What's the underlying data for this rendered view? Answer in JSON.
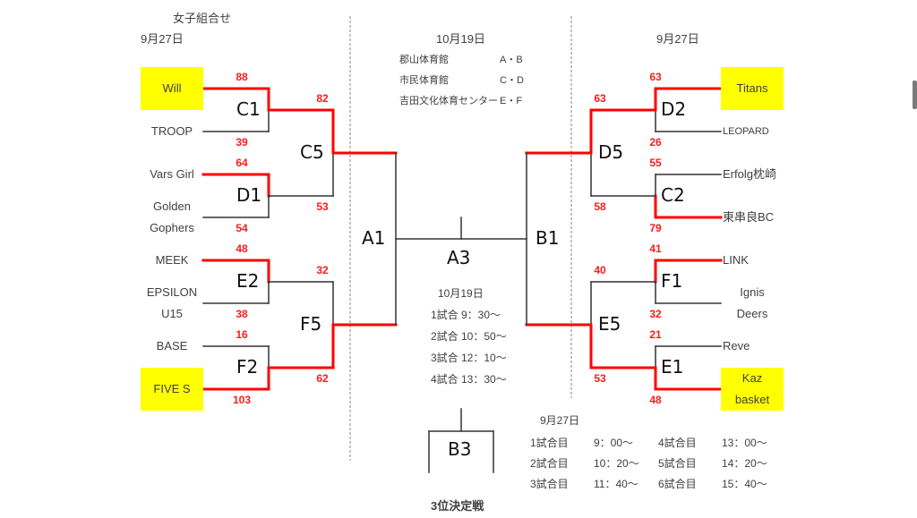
{
  "title": "女子組合せ",
  "left_date": "9月27日",
  "right_date": "9月27日",
  "center": {
    "date": "10月19日",
    "venues": [
      {
        "name": "郡山体育館",
        "courts": "A・B"
      },
      {
        "name": "市民体育館",
        "courts": "C・D"
      },
      {
        "name": "吉田文化体育センター",
        "courts": "E・F"
      }
    ],
    "final_game": "A3",
    "schedule_date": "10月19日",
    "schedule": [
      "1試合 9：30～",
      "2試合 10：50～",
      "3試合 12：10～",
      "4試合 13：30～"
    ],
    "third_place_game": "B3",
    "third_place_label": "3位決定戦"
  },
  "left": {
    "teams": [
      {
        "name": "Will",
        "highlight": true
      },
      {
        "name": "TROOP",
        "highlight": false
      },
      {
        "name": "Vars Girl",
        "highlight": false
      },
      {
        "name": "Golden\nGophers",
        "highlight": false
      },
      {
        "name": "MEEK",
        "highlight": false
      },
      {
        "name": "EPSILON\nU15",
        "highlight": false
      },
      {
        "name": "BASE",
        "highlight": false
      },
      {
        "name": "FIVE S",
        "highlight": true
      }
    ],
    "round1": [
      {
        "game": "C1",
        "top_score": "88",
        "bottom_score": "39",
        "winner": "top"
      },
      {
        "game": "D1",
        "top_score": "64",
        "bottom_score": "54",
        "winner": "top"
      },
      {
        "game": "E2",
        "top_score": "48",
        "bottom_score": "38",
        "winner": "top"
      },
      {
        "game": "F2",
        "top_score": "16",
        "bottom_score": "103",
        "winner": "bottom"
      }
    ],
    "round2": [
      {
        "game": "C5",
        "top_score": "82",
        "bottom_score": "53",
        "winner": "top"
      },
      {
        "game": "F5",
        "top_score": "32",
        "bottom_score": "62",
        "winner": "bottom"
      }
    ],
    "semifinal": "A1"
  },
  "right": {
    "teams": [
      {
        "name": "Titans",
        "highlight": true
      },
      {
        "name": "LEOPARD",
        "highlight": false
      },
      {
        "name": "Erfolg枕崎",
        "highlight": false
      },
      {
        "name": "東串良BC",
        "highlight": false
      },
      {
        "name": "LINK",
        "highlight": false
      },
      {
        "name": "Ignis\nDeers",
        "highlight": false
      },
      {
        "name": "Reve",
        "highlight": false
      },
      {
        "name": "Kaz\nbasket",
        "highlight": true
      }
    ],
    "round1": [
      {
        "game": "D2",
        "top_score": "63",
        "bottom_score": "26",
        "winner": "top"
      },
      {
        "game": "C2",
        "top_score": "55",
        "bottom_score": "79",
        "winner": "bottom"
      },
      {
        "game": "F1",
        "top_score": "41",
        "bottom_score": "32",
        "winner": "top"
      },
      {
        "game": "E1",
        "top_score": "21",
        "bottom_score": "48",
        "winner": "bottom"
      }
    ],
    "round2": [
      {
        "game": "D5",
        "top_score": "63",
        "bottom_score": "58",
        "winner": "top"
      },
      {
        "game": "E5",
        "top_score": "40",
        "bottom_score": "53",
        "winner": "bottom"
      }
    ],
    "semifinal": "B1"
  },
  "bottom_schedule": {
    "date": "9月27日",
    "rows": [
      [
        "1試合目",
        "9：00～",
        "4試合目",
        "13：00～"
      ],
      [
        "2試合目",
        "10：20～",
        "5試合目",
        "14：20～"
      ],
      [
        "3試合目",
        "11：40～",
        "6試合目",
        "15：40～"
      ]
    ]
  },
  "colors": {
    "winner_line": "#ff0000",
    "line": "#333333",
    "highlight": "#ffff00",
    "score": "#ff1a1a"
  }
}
